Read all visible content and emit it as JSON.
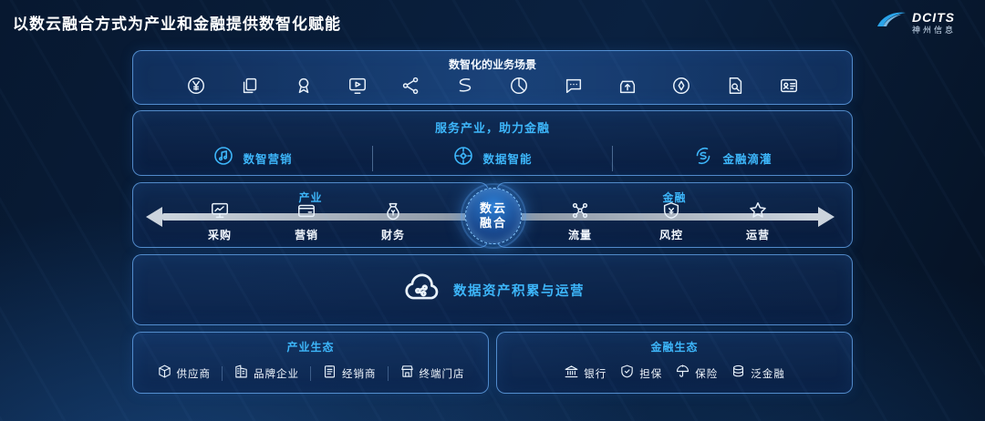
{
  "page": {
    "title": "以数云融合方式为产业和金融提供数智化赋能"
  },
  "logo": {
    "brand": "DCITS",
    "name": "神州信息"
  },
  "scenarios": {
    "title": "数智化的业务场景",
    "icons": [
      "yen-coin-icon",
      "copy-docs-icon",
      "medal-icon",
      "video-player-icon",
      "network-share-icon",
      "data-flow-icon",
      "pie-chart-icon",
      "chat-bubble-icon",
      "box-upload-icon",
      "compass-icon",
      "doc-search-icon",
      "id-card-icon"
    ]
  },
  "services": {
    "title": "服务产业，助力金融",
    "items": [
      {
        "label": "数智营销",
        "icon": "smart-marketing-icon"
      },
      {
        "label": "数据智能",
        "icon": "data-intelligence-icon"
      },
      {
        "label": "金融滴灌",
        "icon": "finance-irrigation-icon"
      }
    ]
  },
  "flow": {
    "center_line1": "数云",
    "center_line2": "融合",
    "industry": {
      "title": "产业",
      "items": [
        {
          "label": "采购",
          "icon": "procurement-monitor-icon"
        },
        {
          "label": "营销",
          "icon": "marketing-wallet-icon"
        },
        {
          "label": "财务",
          "icon": "finance-moneybag-icon"
        }
      ]
    },
    "finance": {
      "title": "金融",
      "items": [
        {
          "label": "流量",
          "icon": "traffic-network-icon"
        },
        {
          "label": "风控",
          "icon": "risk-shield-icon"
        },
        {
          "label": "运营",
          "icon": "operation-star-icon"
        }
      ]
    }
  },
  "data_asset": {
    "label": "数据资产积累与运营",
    "icon": "cloud-data-icon"
  },
  "eco_industry": {
    "title": "产业生态",
    "items": [
      {
        "label": "供应商",
        "icon": "supplier-box-icon"
      },
      {
        "label": "品牌企业",
        "icon": "brand-building-icon"
      },
      {
        "label": "经销商",
        "icon": "distributor-list-icon"
      },
      {
        "label": "终端门店",
        "icon": "terminal-shop-icon"
      }
    ]
  },
  "eco_finance": {
    "title": "金融生态",
    "items": [
      {
        "label": "银行",
        "icon": "bank-icon"
      },
      {
        "label": "担保",
        "icon": "guarantee-shield-icon"
      },
      {
        "label": "保险",
        "icon": "insurance-umbrella-icon"
      },
      {
        "label": "泛金融",
        "icon": "pan-finance-coins-icon"
      }
    ]
  }
}
